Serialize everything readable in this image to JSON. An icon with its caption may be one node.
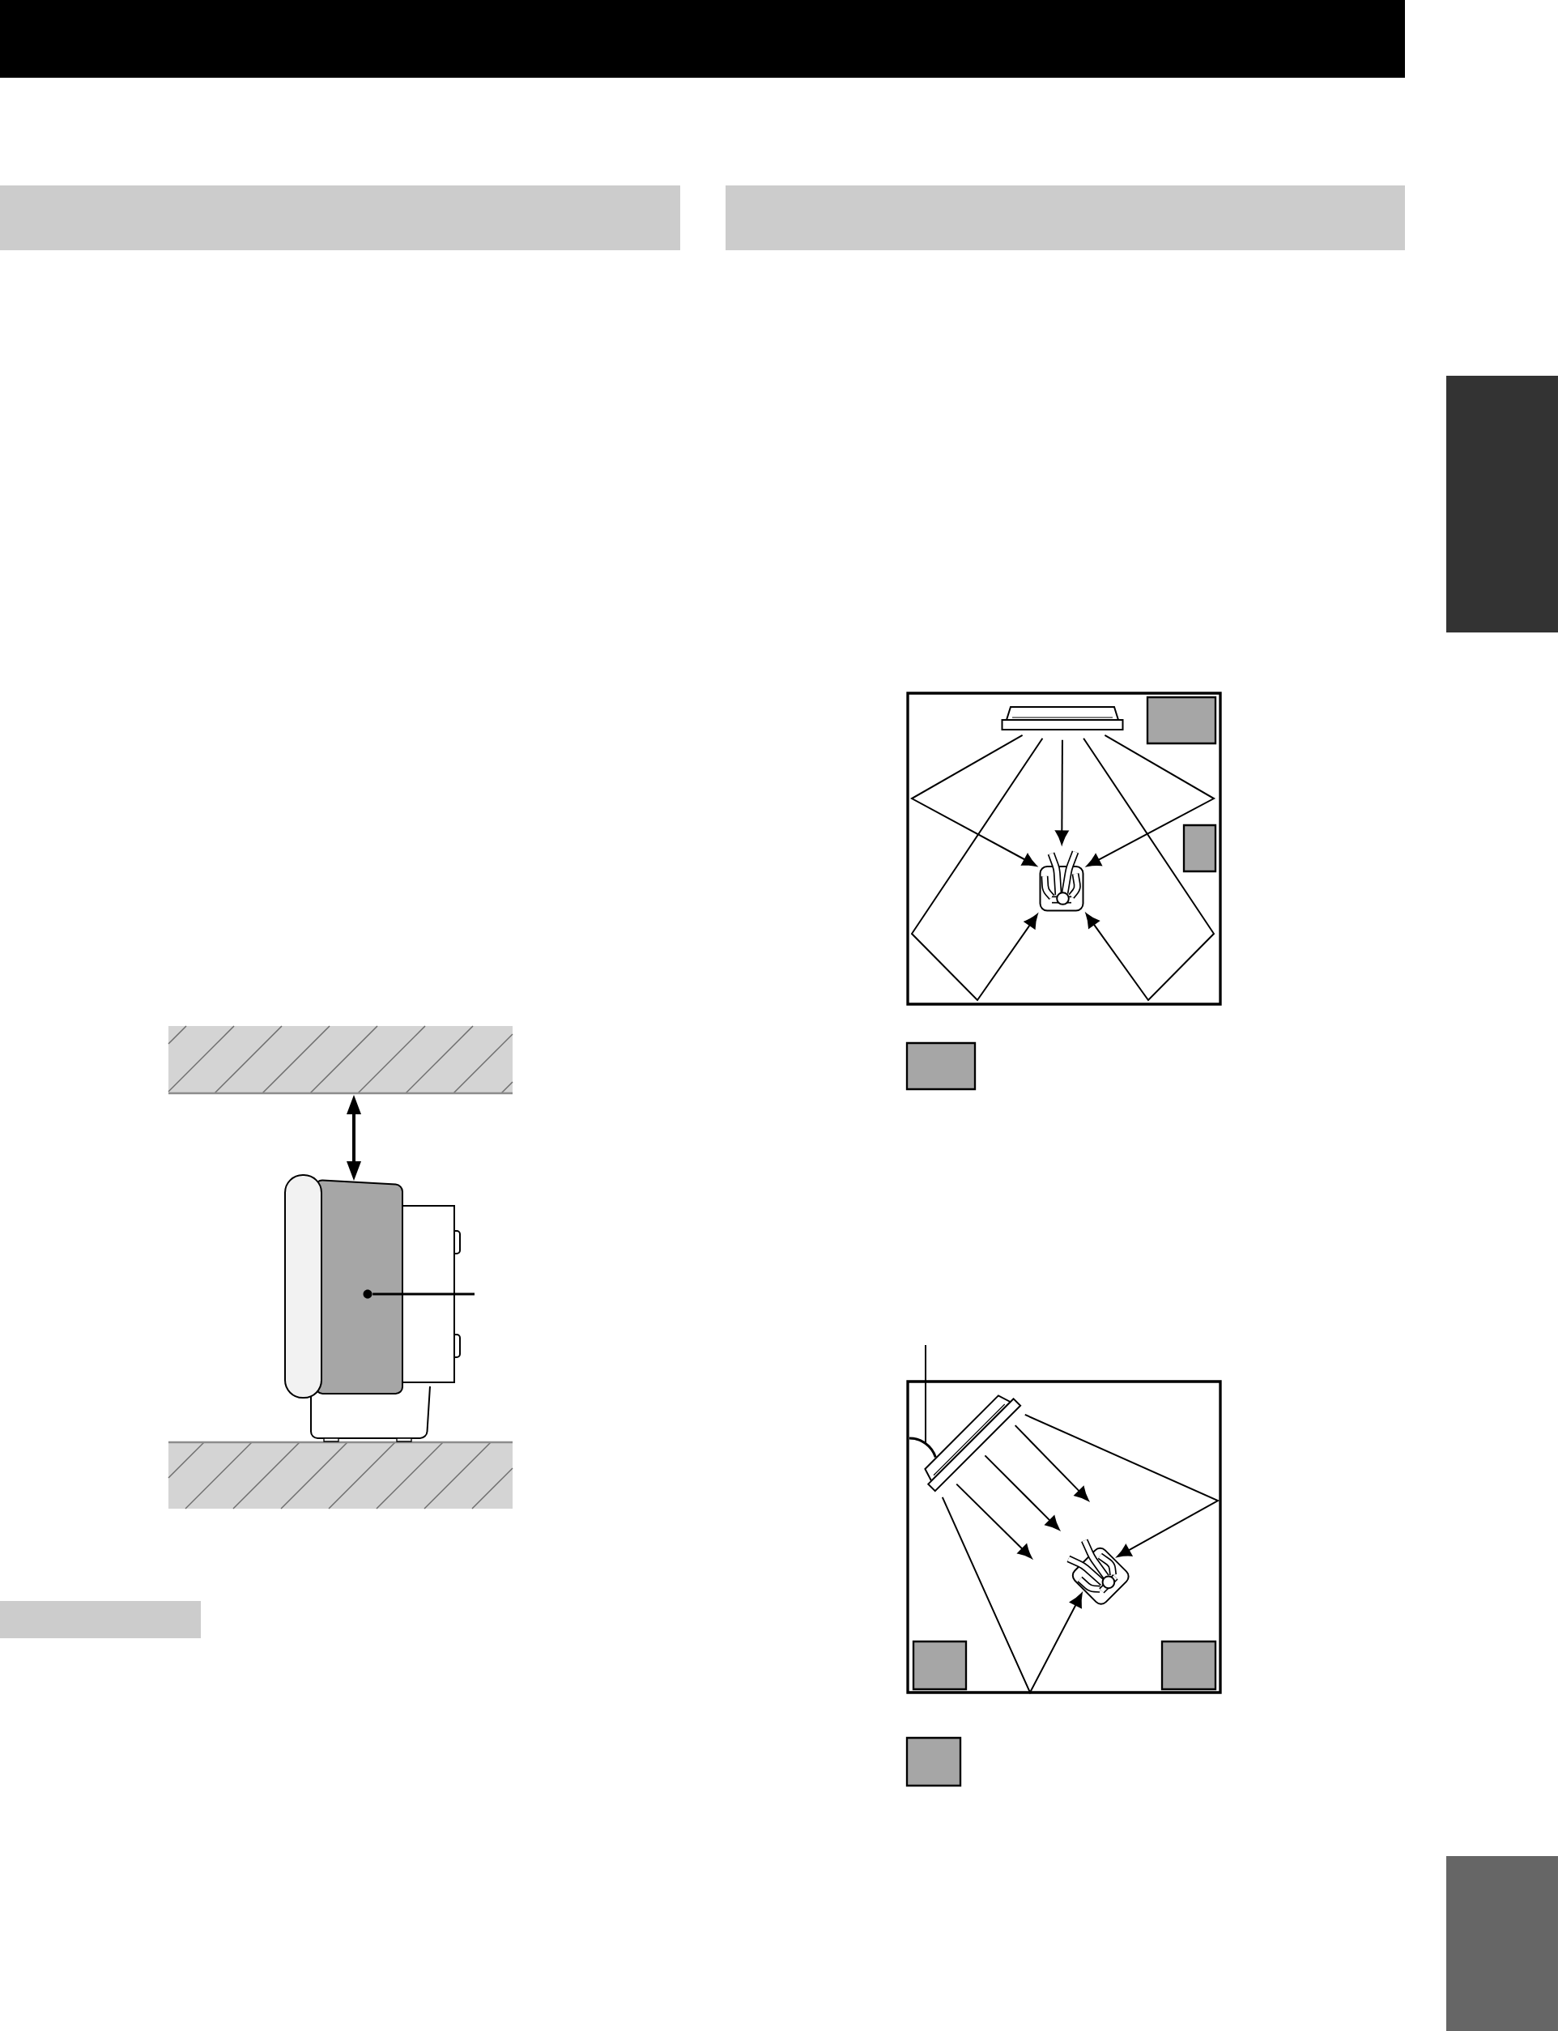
{
  "diagram": {
    "nodes": [
      {
        "text": [],
        "shape": "bar"
      },
      {
        "text": [],
        "shape": "picture"
      },
      {
        "text": [],
        "shape": "circle",
        "in": 1
      },
      {
        "text": [],
        "shape": "bar"
      },
      {
        "text": [],
        "shape": "bar"
      },
      {
        "text": [],
        "shape": "box"
      },
      {
        "text": [],
        "shape": "bar",
        "in": 5
      },
      {
        "text": [],
        "shape": "person",
        "in": 5
      },
      {
        "text": [],
        "shape": "box",
        "in": 5
      },
      {
        "text": [],
        "shape": "box",
        "in": 5
      },
      {
        "text": [],
        "shape": "box"
      },
      {
        "text": [],
        "shape": "box"
      },
      {
        "text": [],
        "shape": "arc",
        "in": 11
      },
      {
        "text": [],
        "shape": "bar",
        "in": 11
      },
      {
        "text": [],
        "shape": "person",
        "in": 11
      },
      {
        "text": [],
        "shape": "box",
        "in": 11
      },
      {
        "text": [],
        "shape": "box",
        "in": 11
      },
      {
        "text": [],
        "shape": "box"
      },
      {
        "text": [],
        "shape": "bar"
      },
      {
        "text": [],
        "shape": "bar"
      }
    ],
    "edges": [
      {
        "from": null,
        "to": 2,
        "arrow": "none"
      },
      {
        "from": 6,
        "to": 7,
        "arrow": "to"
      },
      {
        "from": 6,
        "to": 7,
        "arrow": "to"
      },
      {
        "from": 6,
        "to": 7,
        "arrow": "to"
      },
      {
        "from": 6,
        "to": 7,
        "arrow": "to"
      },
      {
        "from": 6,
        "to": 7,
        "arrow": "to"
      },
      {
        "from": null,
        "to": 12,
        "arrow": "none"
      },
      {
        "from": 13,
        "to": 14,
        "arrow": "to"
      },
      {
        "from": 13,
        "to": null,
        "arrow": "to"
      },
      {
        "from": 13,
        "to": null,
        "arrow": "to"
      },
      {
        "from": 13,
        "to": null,
        "arrow": "to"
      },
      {
        "from": 13,
        "to": 14,
        "arrow": "to"
      }
    ]
  }
}
